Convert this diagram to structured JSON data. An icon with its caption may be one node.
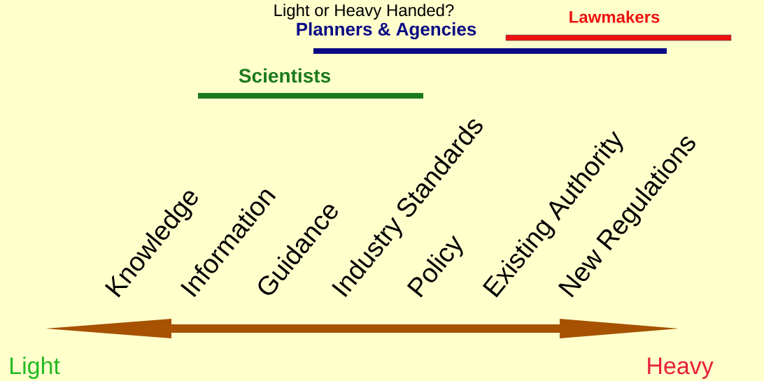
{
  "diagram": {
    "title": "Light or Heavy Handed?",
    "nodes": [
      {
        "text": [
          "Lawmakers"
        ]
      },
      {
        "text": [
          "Planners & Agencies"
        ]
      },
      {
        "text": [
          "Scientists"
        ]
      }
    ],
    "labels": [
      "Knowledge",
      "Information",
      "Guidance",
      "Industry Standards",
      "Policy",
      "Existing Authority",
      "New Regulations",
      "Light",
      "Heavy"
    ]
  }
}
